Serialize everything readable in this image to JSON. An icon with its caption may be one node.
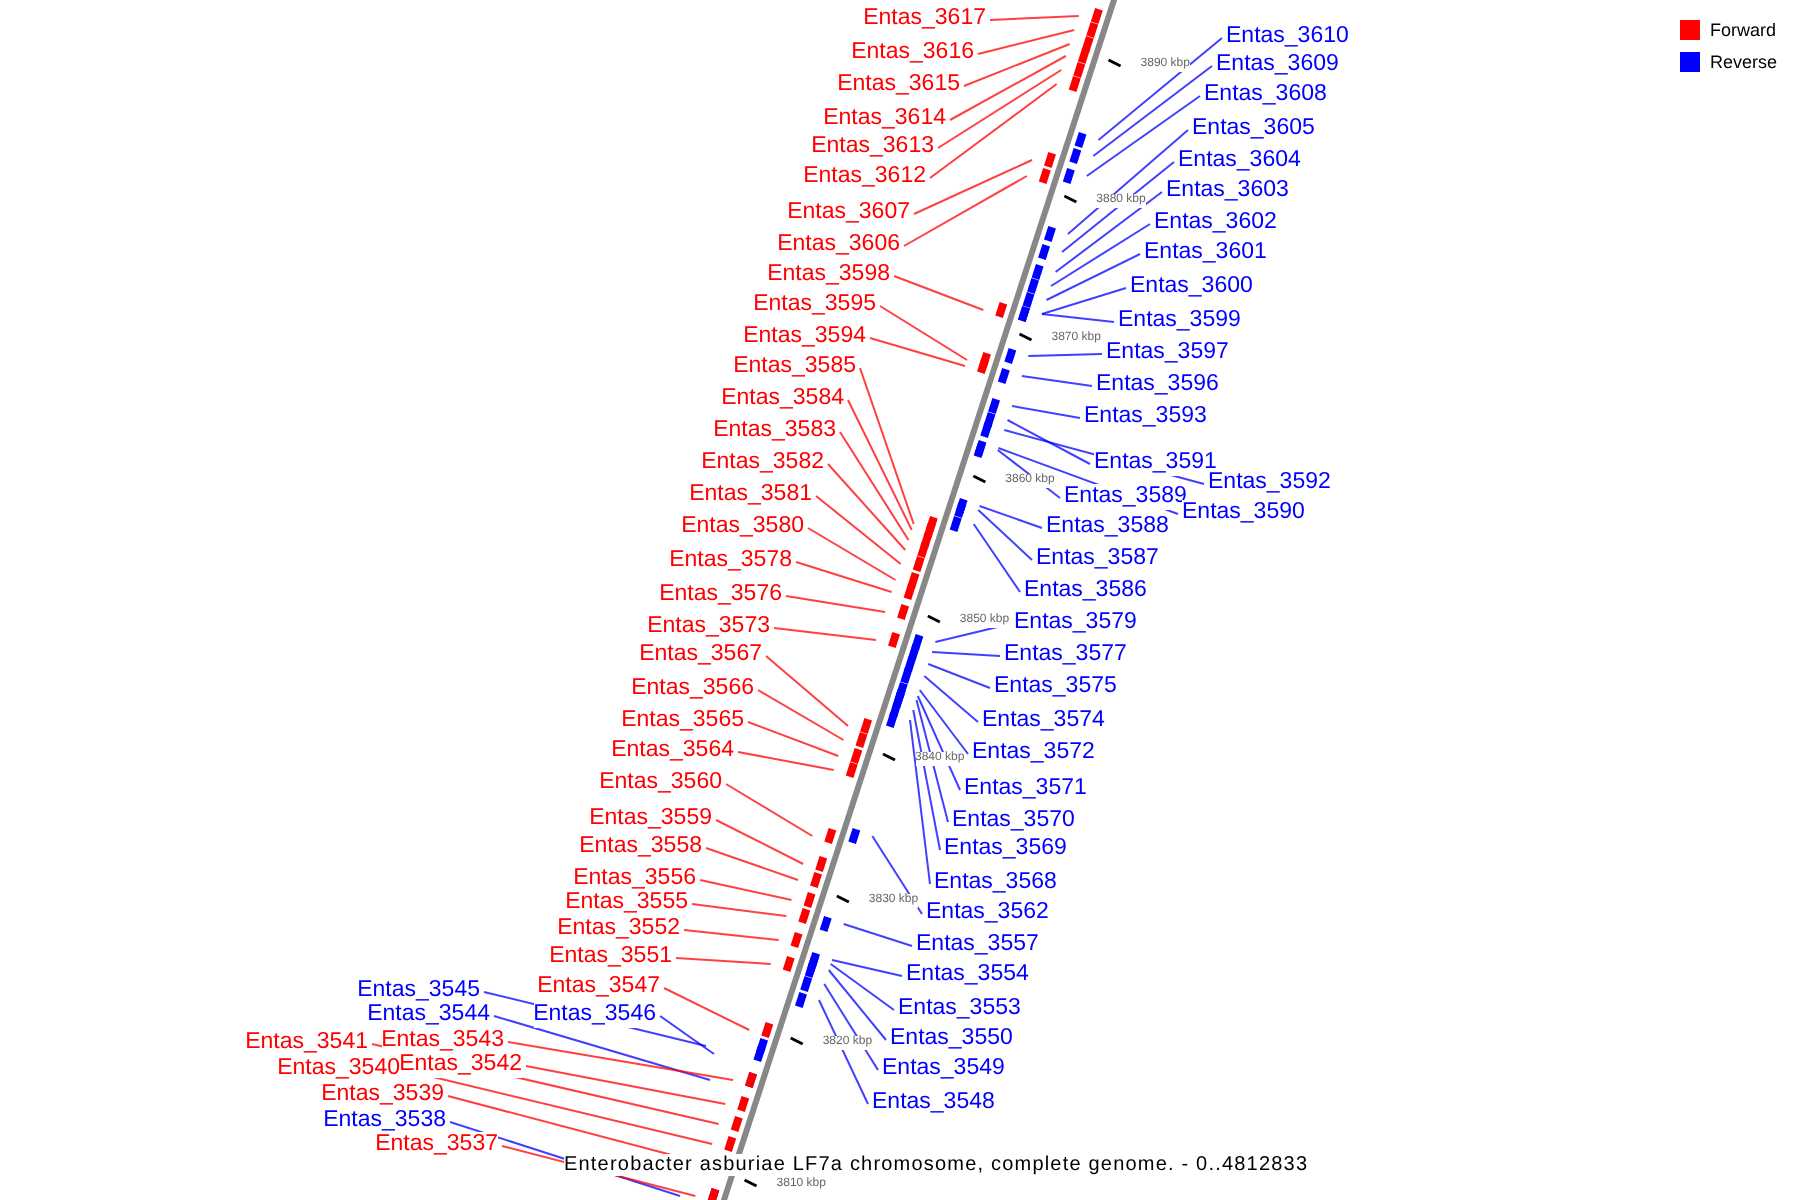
{
  "diagram": {
    "title": "Enterobacter asburiae LF7a chromosome, complete genome. - 0..4812833",
    "nodes": [
      {
        "text": [
          "Entas_3617"
        ]
      },
      {
        "text": [
          "Entas_3616"
        ]
      },
      {
        "text": [
          "Entas_3615"
        ]
      },
      {
        "text": [
          "Entas_3614"
        ]
      },
      {
        "text": [
          "Entas_3613"
        ]
      },
      {
        "text": [
          "Entas_3612"
        ]
      },
      {
        "text": [
          "Entas_3607"
        ]
      },
      {
        "text": [
          "Entas_3606"
        ]
      },
      {
        "text": [
          "Entas_3598"
        ]
      },
      {
        "text": [
          "Entas_3595"
        ]
      },
      {
        "text": [
          "Entas_3594"
        ]
      },
      {
        "text": [
          "Entas_3585"
        ]
      },
      {
        "text": [
          "Entas_3584"
        ]
      },
      {
        "text": [
          "Entas_3583"
        ]
      },
      {
        "text": [
          "Entas_3582"
        ]
      },
      {
        "text": [
          "Entas_3581"
        ]
      },
      {
        "text": [
          "Entas_3580"
        ]
      },
      {
        "text": [
          "Entas_3578"
        ]
      },
      {
        "text": [
          "Entas_3576"
        ]
      },
      {
        "text": [
          "Entas_3573"
        ]
      },
      {
        "text": [
          "Entas_3567"
        ]
      },
      {
        "text": [
          "Entas_3566"
        ]
      },
      {
        "text": [
          "Entas_3565"
        ]
      },
      {
        "text": [
          "Entas_3564"
        ]
      },
      {
        "text": [
          "Entas_3560"
        ]
      },
      {
        "text": [
          "Entas_3559"
        ]
      },
      {
        "text": [
          "Entas_3558"
        ]
      },
      {
        "text": [
          "Entas_3556"
        ]
      },
      {
        "text": [
          "Entas_3555"
        ]
      },
      {
        "text": [
          "Entas_3552"
        ]
      },
      {
        "text": [
          "Entas_3551"
        ]
      },
      {
        "text": [
          "Entas_3547"
        ]
      },
      {
        "text": [
          "Entas_3545"
        ]
      },
      {
        "text": [
          "Entas_3544"
        ]
      },
      {
        "text": [
          "Entas_3546"
        ]
      },
      {
        "text": [
          "Entas_3543"
        ]
      },
      {
        "text": [
          "Entas_3541"
        ]
      },
      {
        "text": [
          "Entas_3542"
        ]
      },
      {
        "text": [
          "Entas_3540"
        ]
      },
      {
        "text": [
          "Entas_3539"
        ]
      },
      {
        "text": [
          "Entas_3538"
        ]
      },
      {
        "text": [
          "Entas_3537"
        ]
      },
      {
        "text": [
          "Entas_3610"
        ]
      },
      {
        "text": [
          "Entas_3609"
        ]
      },
      {
        "text": [
          "Entas_3608"
        ]
      },
      {
        "text": [
          "Entas_3605"
        ]
      },
      {
        "text": [
          "Entas_3604"
        ]
      },
      {
        "text": [
          "Entas_3603"
        ]
      },
      {
        "text": [
          "Entas_3602"
        ]
      },
      {
        "text": [
          "Entas_3601"
        ]
      },
      {
        "text": [
          "Entas_3600"
        ]
      },
      {
        "text": [
          "Entas_3599"
        ]
      },
      {
        "text": [
          "Entas_3597"
        ]
      },
      {
        "text": [
          "Entas_3596"
        ]
      },
      {
        "text": [
          "Entas_3593"
        ]
      },
      {
        "text": [
          "Entas_3591"
        ]
      },
      {
        "text": [
          "Entas_3592"
        ]
      },
      {
        "text": [
          "Entas_3589"
        ]
      },
      {
        "text": [
          "Entas_3590"
        ]
      },
      {
        "text": [
          "Entas_3588"
        ]
      },
      {
        "text": [
          "Entas_3587"
        ]
      },
      {
        "text": [
          "Entas_3586"
        ]
      },
      {
        "text": [
          "Entas_3579"
        ]
      },
      {
        "text": [
          "Entas_3577"
        ]
      },
      {
        "text": [
          "Entas_3575"
        ]
      },
      {
        "text": [
          "Entas_3574"
        ]
      },
      {
        "text": [
          "Entas_3572"
        ]
      },
      {
        "text": [
          "Entas_3571"
        ]
      },
      {
        "text": [
          "Entas_3570"
        ]
      },
      {
        "text": [
          "Entas_3569"
        ]
      },
      {
        "text": [
          "Entas_3568"
        ]
      },
      {
        "text": [
          "Entas_3562"
        ]
      },
      {
        "text": [
          "Entas_3557"
        ]
      },
      {
        "text": [
          "Entas_3554"
        ]
      },
      {
        "text": [
          "Entas_3553"
        ]
      },
      {
        "text": [
          "Entas_3550"
        ]
      },
      {
        "text": [
          "Entas_3549"
        ]
      },
      {
        "text": [
          "Entas_3548"
        ]
      }
    ],
    "edges": [
      {
        "from": 0,
        "to": null,
        "arrow": "none",
        "color": "#ff0000"
      },
      {
        "from": 1,
        "to": null,
        "arrow": "none",
        "color": "#ff0000"
      },
      {
        "from": 2,
        "to": null,
        "arrow": "none",
        "color": "#ff0000"
      },
      {
        "from": 3,
        "to": null,
        "arrow": "none",
        "color": "#ff0000"
      },
      {
        "from": 4,
        "to": null,
        "arrow": "none",
        "color": "#ff0000"
      },
      {
        "from": 5,
        "to": null,
        "arrow": "none",
        "color": "#ff0000"
      },
      {
        "from": 6,
        "to": null,
        "arrow": "none",
        "color": "#ff0000"
      },
      {
        "from": 7,
        "to": null,
        "arrow": "none",
        "color": "#ff0000"
      },
      {
        "from": 8,
        "to": null,
        "arrow": "none",
        "color": "#ff0000"
      },
      {
        "from": 9,
        "to": null,
        "arrow": "none",
        "color": "#ff0000"
      },
      {
        "from": 10,
        "to": null,
        "arrow": "none",
        "color": "#ff0000"
      },
      {
        "from": 11,
        "to": null,
        "arrow": "none",
        "color": "#ff0000"
      },
      {
        "from": 12,
        "to": null,
        "arrow": "none",
        "color": "#ff0000"
      },
      {
        "from": 13,
        "to": null,
        "arrow": "none",
        "color": "#ff0000"
      },
      {
        "from": 14,
        "to": null,
        "arrow": "none",
        "color": "#ff0000"
      },
      {
        "from": 15,
        "to": null,
        "arrow": "none",
        "color": "#ff0000"
      },
      {
        "from": 16,
        "to": null,
        "arrow": "none",
        "color": "#ff0000"
      },
      {
        "from": 17,
        "to": null,
        "arrow": "none",
        "color": "#ff0000"
      },
      {
        "from": 18,
        "to": null,
        "arrow": "none",
        "color": "#ff0000"
      },
      {
        "from": 19,
        "to": null,
        "arrow": "none",
        "color": "#ff0000"
      },
      {
        "from": 20,
        "to": null,
        "arrow": "none",
        "color": "#ff0000"
      },
      {
        "from": 21,
        "to": null,
        "arrow": "none",
        "color": "#ff0000"
      },
      {
        "from": 22,
        "to": null,
        "arrow": "none",
        "color": "#ff0000"
      },
      {
        "from": 23,
        "to": null,
        "arrow": "none",
        "color": "#ff0000"
      },
      {
        "from": 24,
        "to": null,
        "arrow": "none",
        "color": "#ff0000"
      },
      {
        "from": 25,
        "to": null,
        "arrow": "none",
        "color": "#ff0000"
      },
      {
        "from": 26,
        "to": null,
        "arrow": "none",
        "color": "#ff0000"
      },
      {
        "from": 27,
        "to": null,
        "arrow": "none",
        "color": "#ff0000"
      },
      {
        "from": 28,
        "to": null,
        "arrow": "none",
        "color": "#ff0000"
      },
      {
        "from": 29,
        "to": null,
        "arrow": "none",
        "color": "#ff0000"
      },
      {
        "from": 30,
        "to": null,
        "arrow": "none",
        "color": "#ff0000"
      },
      {
        "from": 31,
        "to": null,
        "arrow": "none",
        "color": "#ff0000"
      },
      {
        "from": 32,
        "to": null,
        "arrow": "none",
        "color": "#0000ff"
      },
      {
        "from": 33,
        "to": null,
        "arrow": "none",
        "color": "#0000ff"
      },
      {
        "from": 34,
        "to": null,
        "arrow": "none",
        "color": "#0000ff"
      },
      {
        "from": 35,
        "to": null,
        "arrow": "none",
        "color": "#ff0000"
      },
      {
        "from": 36,
        "to": null,
        "arrow": "none",
        "color": "#ff0000"
      },
      {
        "from": 37,
        "to": null,
        "arrow": "none",
        "color": "#ff0000"
      },
      {
        "from": 38,
        "to": null,
        "arrow": "none",
        "color": "#ff0000"
      },
      {
        "from": 39,
        "to": null,
        "arrow": "none",
        "color": "#ff0000"
      },
      {
        "from": 40,
        "to": null,
        "arrow": "none",
        "color": "#0000ff"
      },
      {
        "from": 41,
        "to": null,
        "arrow": "none",
        "color": "#ff0000"
      },
      {
        "from": 42,
        "to": null,
        "arrow": "none",
        "color": "#0000ff"
      },
      {
        "from": 43,
        "to": null,
        "arrow": "none",
        "color": "#0000ff"
      },
      {
        "from": 44,
        "to": null,
        "arrow": "none",
        "color": "#0000ff"
      },
      {
        "from": 45,
        "to": null,
        "arrow": "none",
        "color": "#0000ff"
      },
      {
        "from": 46,
        "to": null,
        "arrow": "none",
        "color": "#0000ff"
      },
      {
        "from": 47,
        "to": null,
        "arrow": "none",
        "color": "#0000ff"
      },
      {
        "from": 48,
        "to": null,
        "arrow": "none",
        "color": "#0000ff"
      },
      {
        "from": 49,
        "to": null,
        "arrow": "none",
        "color": "#0000ff"
      },
      {
        "from": 50,
        "to": null,
        "arrow": "none",
        "color": "#0000ff"
      },
      {
        "from": 51,
        "to": null,
        "arrow": "none",
        "color": "#0000ff"
      },
      {
        "from": 52,
        "to": null,
        "arrow": "none",
        "color": "#0000ff"
      },
      {
        "from": 53,
        "to": null,
        "arrow": "none",
        "color": "#0000ff"
      },
      {
        "from": 54,
        "to": null,
        "arrow": "none",
        "color": "#0000ff"
      },
      {
        "from": 55,
        "to": null,
        "arrow": "none",
        "color": "#0000ff"
      },
      {
        "from": 56,
        "to": null,
        "arrow": "none",
        "color": "#0000ff"
      },
      {
        "from": 57,
        "to": null,
        "arrow": "none",
        "color": "#0000ff"
      },
      {
        "from": 58,
        "to": null,
        "arrow": "none",
        "color": "#0000ff"
      },
      {
        "from": 59,
        "to": null,
        "arrow": "none",
        "color": "#0000ff"
      },
      {
        "from": 60,
        "to": null,
        "arrow": "none",
        "color": "#0000ff"
      },
      {
        "from": 61,
        "to": null,
        "arrow": "none",
        "color": "#0000ff"
      },
      {
        "from": 62,
        "to": null,
        "arrow": "none",
        "color": "#0000ff"
      },
      {
        "from": 63,
        "to": null,
        "arrow": "none",
        "color": "#0000ff"
      },
      {
        "from": 64,
        "to": null,
        "arrow": "none",
        "color": "#0000ff"
      },
      {
        "from": 65,
        "to": null,
        "arrow": "none",
        "color": "#0000ff"
      },
      {
        "from": 66,
        "to": null,
        "arrow": "none",
        "color": "#0000ff"
      },
      {
        "from": 67,
        "to": null,
        "arrow": "none",
        "color": "#0000ff"
      },
      {
        "from": 68,
        "to": null,
        "arrow": "none",
        "color": "#0000ff"
      },
      {
        "from": 69,
        "to": null,
        "arrow": "none",
        "color": "#0000ff"
      },
      {
        "from": 70,
        "to": null,
        "arrow": "none",
        "color": "#0000ff"
      },
      {
        "from": 71,
        "to": null,
        "arrow": "none",
        "color": "#0000ff"
      },
      {
        "from": 72,
        "to": null,
        "arrow": "none",
        "color": "#0000ff"
      },
      {
        "from": 73,
        "to": null,
        "arrow": "none",
        "color": "#0000ff"
      },
      {
        "from": 74,
        "to": null,
        "arrow": "none",
        "color": "#0000ff"
      },
      {
        "from": 75,
        "to": null,
        "arrow": "none",
        "color": "#0000ff"
      },
      {
        "from": 76,
        "to": null,
        "arrow": "none",
        "color": "#0000ff"
      },
      {
        "from": 77,
        "to": null,
        "arrow": "none",
        "color": "#0000ff"
      }
    ],
    "labels": [
      "3890 kbp",
      "3880 kbp",
      "3870 kbp",
      "3860 kbp",
      "3850 kbp",
      "3840 kbp",
      "3830 kbp",
      "3820 kbp",
      "3810 kbp"
    ],
    "legend": [
      {
        "text": "Forward",
        "color": "#ff0000"
      },
      {
        "text": "Reverse",
        "color": "#0000ff"
      }
    ]
  }
}
